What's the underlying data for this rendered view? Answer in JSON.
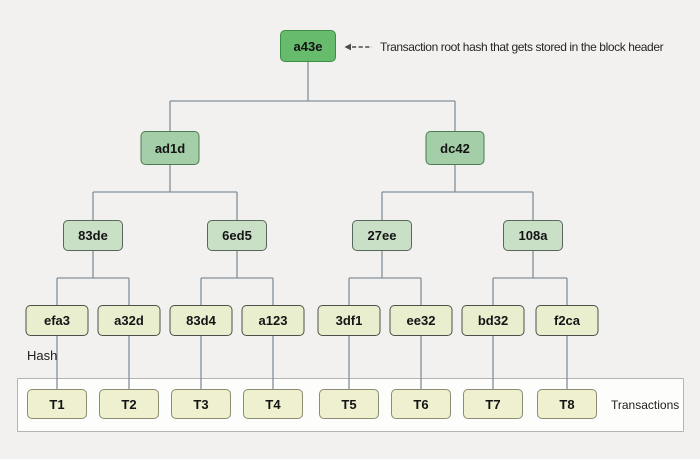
{
  "annotation": {
    "text": "Transaction root hash that gets stored in the block header"
  },
  "labels": {
    "hash": "Hash",
    "transactions": "Transactions"
  },
  "tree": {
    "root": "a43e",
    "level2": [
      "ad1d",
      "dc42"
    ],
    "level3": [
      "83de",
      "6ed5",
      "27ee",
      "108a"
    ],
    "leaf_hashes": [
      "efa3",
      "a32d",
      "83d4",
      "a123",
      "3df1",
      "ee32",
      "bd32",
      "f2ca"
    ],
    "transactions": [
      "T1",
      "T2",
      "T3",
      "T4",
      "T5",
      "T6",
      "T7",
      "T8"
    ]
  },
  "edges": [
    [
      "a43e",
      "ad1d"
    ],
    [
      "a43e",
      "dc42"
    ],
    [
      "ad1d",
      "83de"
    ],
    [
      "ad1d",
      "6ed5"
    ],
    [
      "dc42",
      "27ee"
    ],
    [
      "dc42",
      "108a"
    ],
    [
      "83de",
      "efa3"
    ],
    [
      "83de",
      "a32d"
    ],
    [
      "6ed5",
      "83d4"
    ],
    [
      "6ed5",
      "a123"
    ],
    [
      "27ee",
      "3df1"
    ],
    [
      "27ee",
      "ee32"
    ],
    [
      "108a",
      "bd32"
    ],
    [
      "108a",
      "f2ca"
    ],
    [
      "efa3",
      "T1"
    ],
    [
      "a32d",
      "T2"
    ],
    [
      "83d4",
      "T3"
    ],
    [
      "a123",
      "T4"
    ],
    [
      "3df1",
      "T5"
    ],
    [
      "ee32",
      "T6"
    ],
    [
      "bd32",
      "T7"
    ],
    [
      "f2ca",
      "T8"
    ]
  ],
  "colors": {
    "background": "#f2f1ef",
    "connector": "#84909a",
    "root_fill": "#67bb6d",
    "root_border": "#3a8f44",
    "level2_fill": "#a3cea8",
    "level2_border": "#4a7c52",
    "level3_fill": "#c9dfc6",
    "level3_border": "#57675b",
    "leaf_fill": "#e9eecf",
    "leaf_border": "#4c5147",
    "tx_fill": "#eff0cf",
    "tx_border": "#8b8c72",
    "container_fill": "#fdfdfb",
    "container_border": "#b4b4b1",
    "annotation_arrow": "#4a4a4a"
  }
}
